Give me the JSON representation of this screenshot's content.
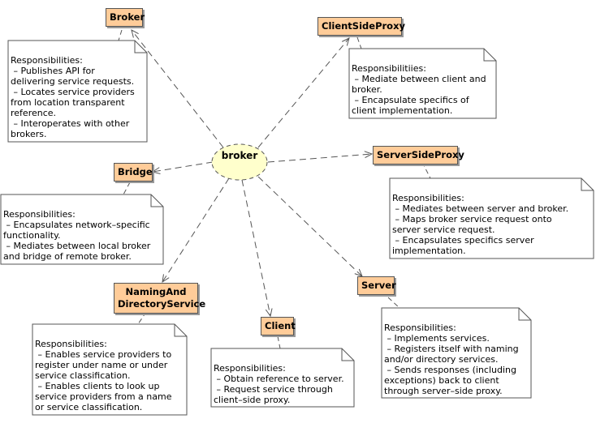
{
  "center": {
    "label": "broker"
  },
  "classes": {
    "broker_cls": {
      "label": "Broker"
    },
    "client_side_proxy": {
      "label": "ClientSideProxy"
    },
    "bridge": {
      "label": "Bridge"
    },
    "server_side_proxy": {
      "label": "ServerSideProxy"
    },
    "naming": {
      "line1": "NamingAnd",
      "line2": "DirectoryService"
    },
    "client": {
      "label": "Client"
    },
    "server": {
      "label": "Server"
    }
  },
  "notes": {
    "broker_cls": "Responsibilities:\n – Publishes API for\ndelivering service requests.\n – Locates service providers\nfrom location transparent\nreference.\n – Interoperates with other\nbrokers.",
    "client_side_proxy": "Responsibilitiies:\n – Mediate between client and\nbroker.\n – Encapsulate specifics of\nclient implementation.",
    "bridge": "Responsibilities:\n – Encapsulates network–specific\nfunctionality.\n – Mediates between local broker\nand bridge of remote broker.",
    "server_side_proxy": "Responsibilities:\n – Mediates between server and broker.\n – Maps broker service request onto\nserver service request.\n – Encapsulates specifics server\nimplementation.",
    "naming": "Responsibilities:\n – Enables service providers to\nregister under name or under\nservice classification.\n – Enables clients to look up\nservice providers from a name\nor service classification.",
    "client": "Responsibilities:\n – Obtain reference to server.\n – Request service through\nclient–side proxy.",
    "server": "Responsibilities:\n – Implements services.\n – Registers itself with naming\nand/or directory services.\n – Sends responses (including\nexceptions) back to client\nthrough server–side proxy."
  },
  "colors": {
    "class_fill": "#ffcc99",
    "center_fill": "#ffffcc",
    "note_fill": "#ffffff",
    "stroke": "#555555"
  }
}
